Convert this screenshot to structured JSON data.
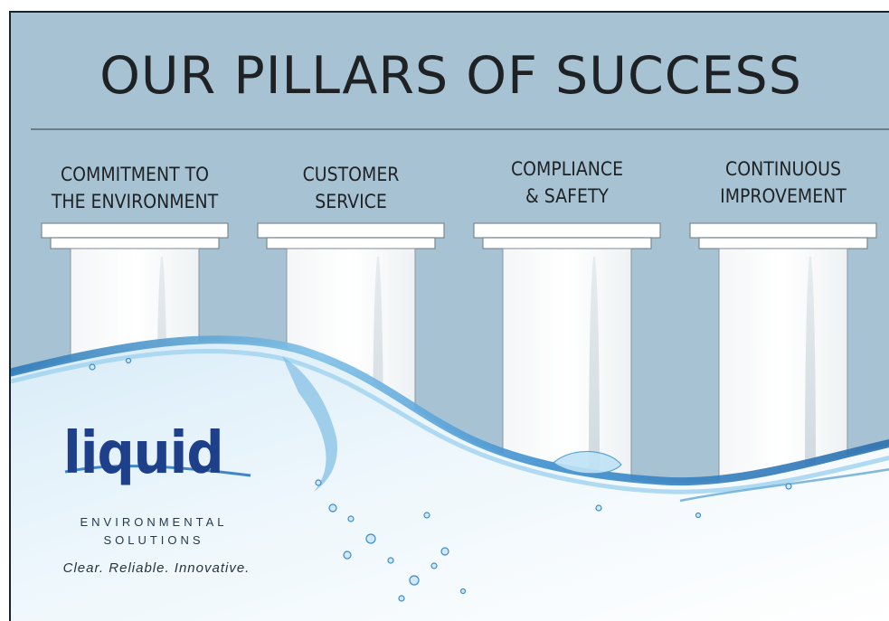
{
  "poster": {
    "title": "OUR PILLARS OF SUCCESS",
    "pillars": [
      {
        "line1": "COMMITMENT TO",
        "line2": "THE ENVIRONMENT"
      },
      {
        "line1": "CUSTOMER",
        "line2": "SERVICE"
      },
      {
        "line1": "COMPLIANCE",
        "line2": "& SAFETY"
      },
      {
        "line1": "CONTINUOUS",
        "line2": "IMPROVEMENT"
      }
    ]
  },
  "logo": {
    "word": "liquid",
    "line1": "ENVIRONMENTAL",
    "line2": "SOLUTIONS",
    "tagline": "Clear. Reliable. Innovative."
  },
  "colors": {
    "background": "#a7c3d3",
    "text": "#1f2224",
    "pillar": "#ffffff",
    "water": "#5fa9d8",
    "logo": "#1e3f8a"
  }
}
